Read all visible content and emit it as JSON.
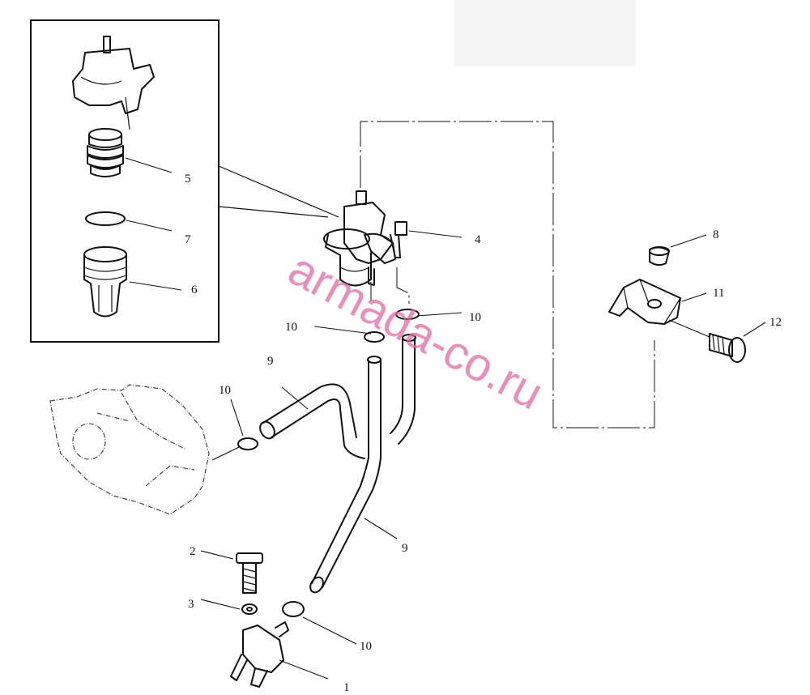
{
  "diagram": {
    "callouts": {
      "c1": "1",
      "c2": "2",
      "c3": "3",
      "c4": "4",
      "c5": "5",
      "c6": "6",
      "c7": "7",
      "c8": "8",
      "c9a": "9",
      "c9b": "9",
      "c10a": "10",
      "c10b": "10",
      "c10c": "10",
      "c10d": "10",
      "c11": "11",
      "c12": "12"
    },
    "watermark": "armada-co.ru"
  }
}
